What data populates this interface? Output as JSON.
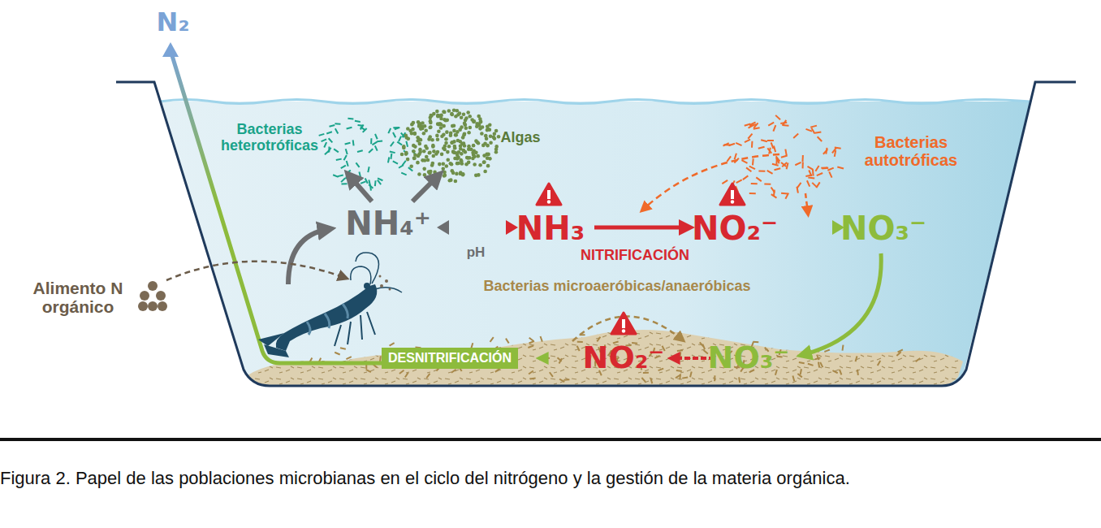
{
  "diagram": {
    "caption": "Figura 2. Papel de las poblaciones microbianas en el ciclo del nitrógeno y la gestión de la materia orgánica.",
    "nodes": [
      {
        "text": [
          "DESNITRIFICACIÓN"
        ]
      }
    ],
    "labels": [
      "N₂",
      "Bacterias heterotróficas",
      "Algas",
      "Bacterias autotróficas",
      "NH₄⁺",
      "NH₃",
      "NO₂⁻",
      "NO₃⁻",
      "pH",
      "NITRIFICACIÓN",
      "Bacterias microaeróbicas/anaeróbicas",
      "Alimento N orgánico",
      "NO₂⁻",
      "NO₃⁻"
    ]
  }
}
